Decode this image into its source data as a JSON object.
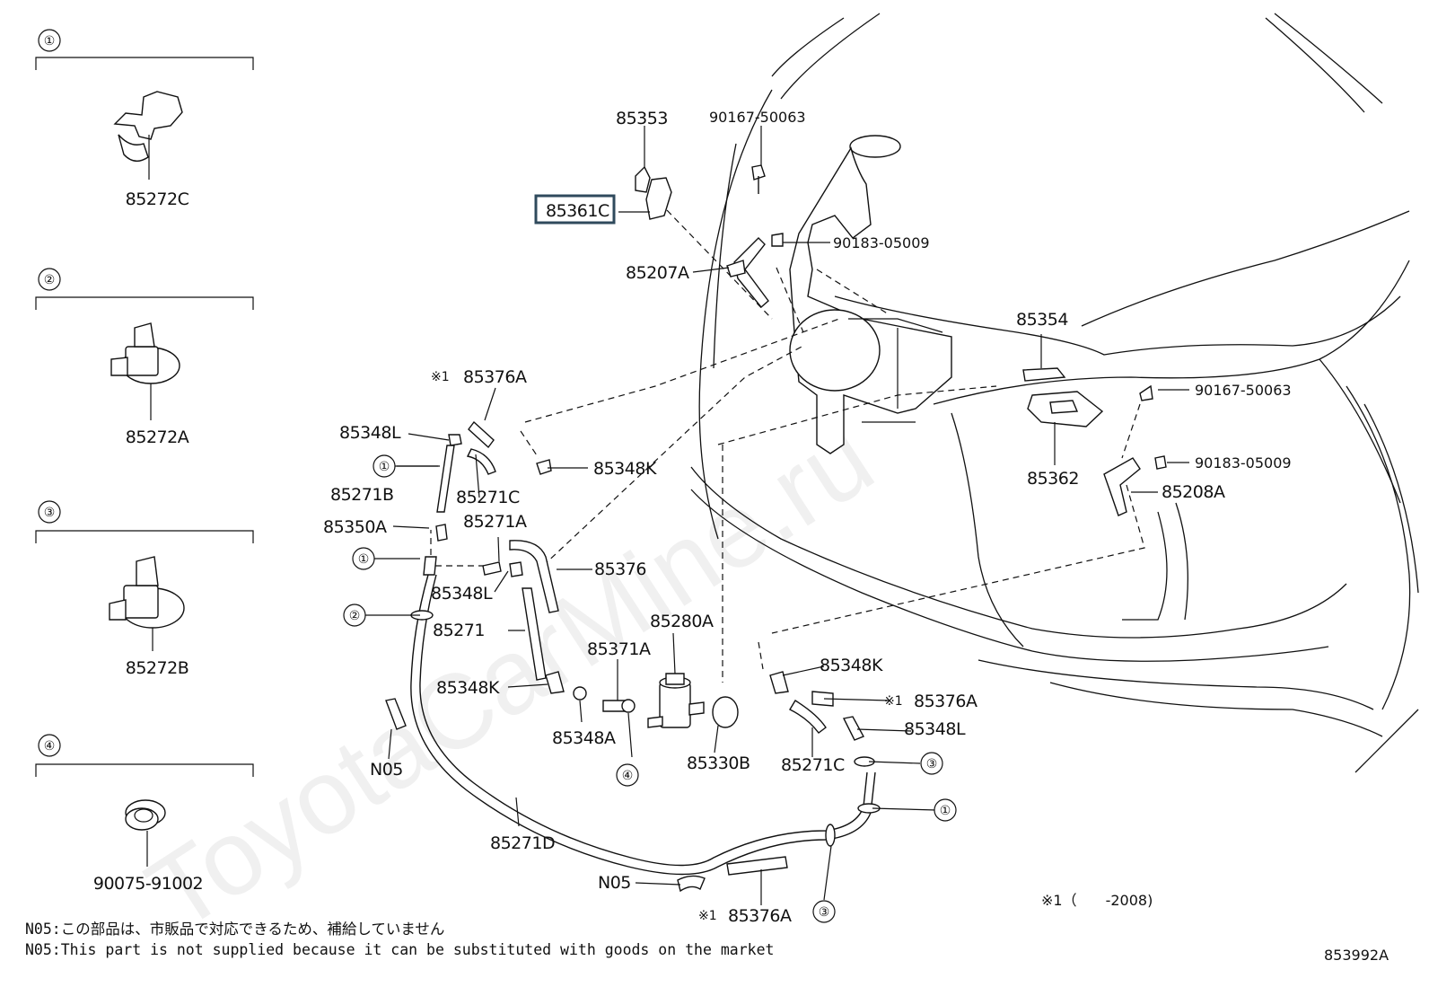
{
  "legend": [
    {
      "num": "①",
      "part": "85272C"
    },
    {
      "num": "②",
      "part": "85272A"
    },
    {
      "num": "③",
      "part": "85272B"
    },
    {
      "num": "④",
      "part": "90075-91002"
    }
  ],
  "callouts": {
    "c85353": "85353",
    "c90167_top": "90167-50063",
    "c85361C": "85361C",
    "c90183_top": "90183-05009",
    "c85207A": "85207A",
    "c85354": "85354",
    "c90167_right": "90167-50063",
    "c90183_right": "90183-05009",
    "c85362": "85362",
    "c85208A": "85208A",
    "c85376A_top": "85376A",
    "c85348L_top": "85348L",
    "c85348K_top": "85348K",
    "c85271B": "85271B",
    "c85271C_top": "85271C",
    "c85350A": "85350A",
    "c85271A": "85271A",
    "c85376": "85376",
    "c85348L_mid": "85348L",
    "c85271": "85271",
    "c85280A": "85280A",
    "c85371A": "85371A",
    "c85348K_mid": "85348K",
    "c85348A": "85348A",
    "c85330B": "85330B",
    "cN05_left": "N05",
    "c85271D": "85271D",
    "c85348K_right": "85348K",
    "c85376A_right": "85376A",
    "c85348L_right": "85348L",
    "c85271C_right": "85271C",
    "cN05_bottom": "N05",
    "c85376A_bottom": "85376A"
  },
  "marks": {
    "kome1": "※1",
    "one": "①",
    "two": "②",
    "three": "③",
    "four": "④"
  },
  "footnote_symbol": "※1（　　-2008)",
  "notes": {
    "jp": "N05:この部品は、市販品で対応できるため、補給していません",
    "en": "N05:This part is not supplied because it can be substituted with goods on the market"
  },
  "diagram_code": "853992A",
  "watermark": "ToyotaCarMine.ru",
  "highlighted_part": "85361C"
}
